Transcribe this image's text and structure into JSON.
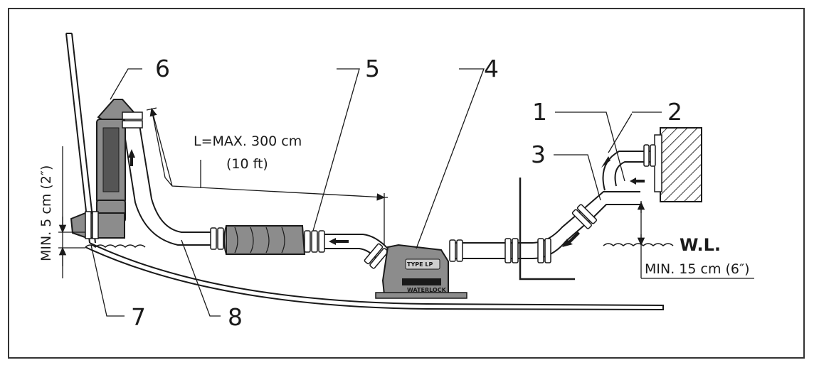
{
  "callouts": {
    "n1": "1",
    "n2": "2",
    "n3": "3",
    "n4": "4",
    "n5": "5",
    "n6": "6",
    "n7": "7",
    "n8": "8"
  },
  "dimensions": {
    "length_line1": "L=MAX. 300 cm",
    "length_line2": "(10 ft)",
    "min_outlet": "MIN. 5 cm (2″)",
    "min_waterline": "MIN. 15 cm (6″)",
    "waterline": "W.L."
  },
  "waterlock_body": {
    "type_label": "TYPE LP",
    "brand_label": "WATERLOCK"
  },
  "colors": {
    "line": "#1a1a1a",
    "component_fill": "#8c8c8c",
    "pipe_fill": "#ffffff",
    "hatch": "#333333",
    "frame": "#333333"
  }
}
